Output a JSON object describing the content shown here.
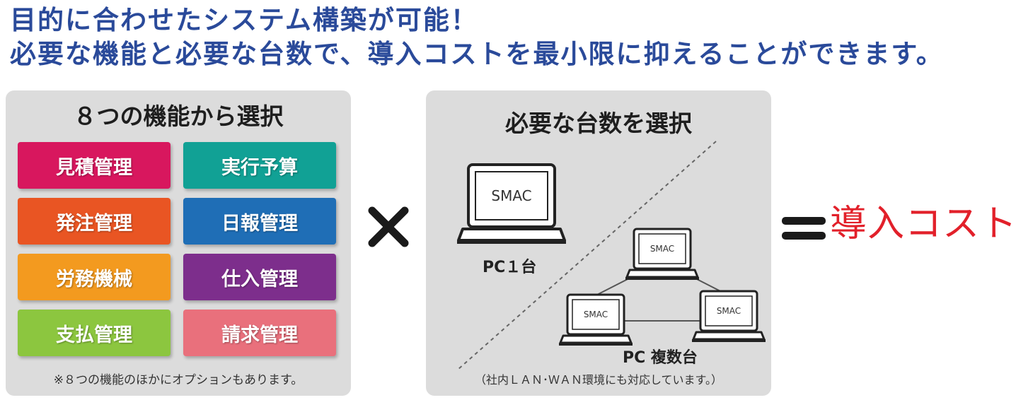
{
  "headline": {
    "line1": "目的に合わせたシステム構築が可能！",
    "line2": "必要な機能と必要な台数で、導入コストを最小限に抑えることができます。"
  },
  "left_panel": {
    "title": "８つの機能から選択",
    "tiles": [
      {
        "label": "見積管理",
        "color": "#d8175e"
      },
      {
        "label": "実行予算",
        "color": "#11a195"
      },
      {
        "label": "発注管理",
        "color": "#e95523"
      },
      {
        "label": "日報管理",
        "color": "#1f6eb6"
      },
      {
        "label": "労務機械",
        "color": "#f39a1f"
      },
      {
        "label": "仕入管理",
        "color": "#7d2e8c"
      },
      {
        "label": "支払管理",
        "color": "#8cc63f"
      },
      {
        "label": "請求管理",
        "color": "#e9707c"
      }
    ],
    "note": "※８つの機能のほかにオプションもあります。"
  },
  "right_panel": {
    "title": "必要な台数を選択",
    "pc_single_screen": "SMAC",
    "pc_single_label": "PC１台",
    "pc_multi_screen": "SMAC",
    "pc_multi_label": "PC 複数台",
    "note": "（社内ＬＡＮ･ＷＡＮ環境にも対応しています。）"
  },
  "result": {
    "label": "導入コスト",
    "color": "#e2202a"
  },
  "colors": {
    "headline": "#2a4a9a",
    "panel_bg": "#dcdcdc"
  }
}
